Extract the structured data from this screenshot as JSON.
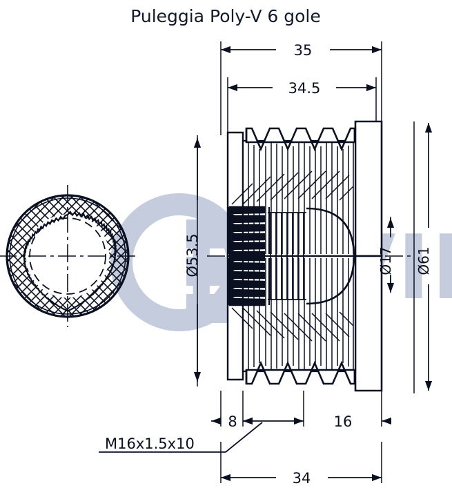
{
  "page": {
    "title": "Puleggia Poly-V 6 gole",
    "background_color": "#ffffff",
    "line_color": "#0a1020",
    "watermark_color": "#c4ccdd"
  },
  "watermark": {
    "text": "RUVILLE",
    "logo_name": "ruville-logo-mark"
  },
  "views": {
    "front_view": {
      "name": "front-circular-view",
      "outer_circle_label": "outer-rim",
      "hatched_ring": "section-hatching",
      "serrated_inner": "serrated-bore-edge",
      "dashed_circle": "hidden-bore-circle",
      "centerlines": "center-cross"
    },
    "section_view": {
      "name": "cross-section-view",
      "groove_count": 6,
      "groove_profile": "poly-v",
      "internal_thread": "M16x1.5"
    }
  },
  "dimensions": {
    "top": [
      {
        "id": "dim-35",
        "value": "35",
        "orientation": "horizontal"
      },
      {
        "id": "dim-34-5",
        "value": "34.5",
        "orientation": "horizontal"
      }
    ],
    "left": [
      {
        "id": "dim-d53-5",
        "value": "Ø53.5",
        "orientation": "vertical"
      }
    ],
    "right": [
      {
        "id": "dim-d17",
        "value": "Ø17",
        "orientation": "vertical"
      },
      {
        "id": "dim-d61",
        "value": "Ø61",
        "orientation": "vertical"
      }
    ],
    "bottom": [
      {
        "id": "dim-8",
        "value": "8",
        "orientation": "horizontal"
      },
      {
        "id": "dim-16",
        "value": "16",
        "orientation": "horizontal"
      },
      {
        "id": "dim-34",
        "value": "34",
        "orientation": "horizontal"
      }
    ],
    "callouts": [
      {
        "id": "thread-callout",
        "value": "M16x1.5x10",
        "leader": "leader-line-to-thread-depth"
      }
    ]
  }
}
